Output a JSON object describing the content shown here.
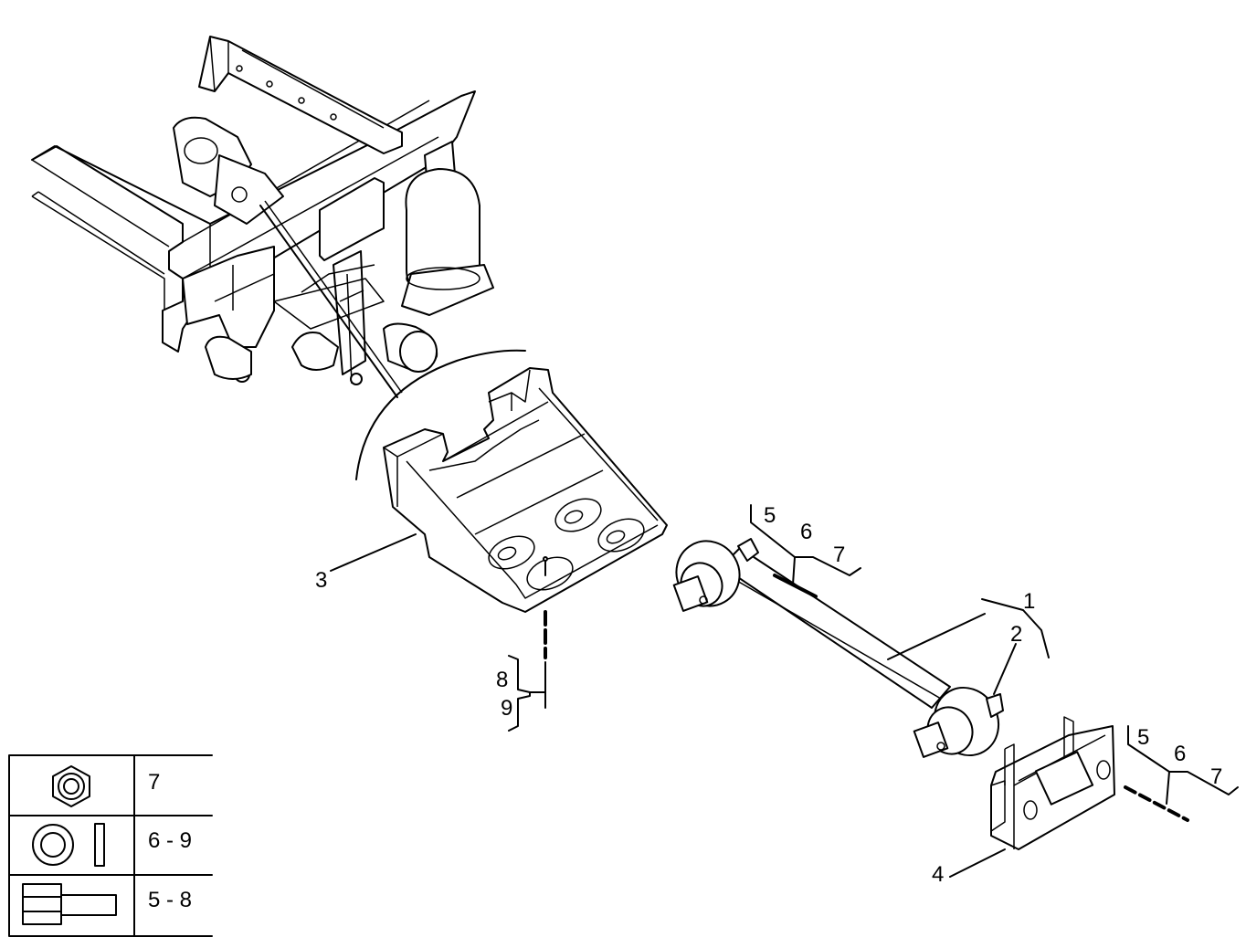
{
  "callouts": {
    "c1": "1",
    "c2": "2",
    "c3": "3",
    "c4": "4",
    "c5a": "5",
    "c6a": "6",
    "c7a": "7",
    "c5b": "5",
    "c6b": "6",
    "c7b": "7",
    "c8": "8",
    "c9": "9"
  },
  "legend": {
    "rows": [
      {
        "icon": "hex-nut-icon",
        "label": "7"
      },
      {
        "icon": "washer-icon",
        "label": "6 - 9"
      },
      {
        "icon": "bolt-icon",
        "label": "5 - 8"
      }
    ]
  }
}
